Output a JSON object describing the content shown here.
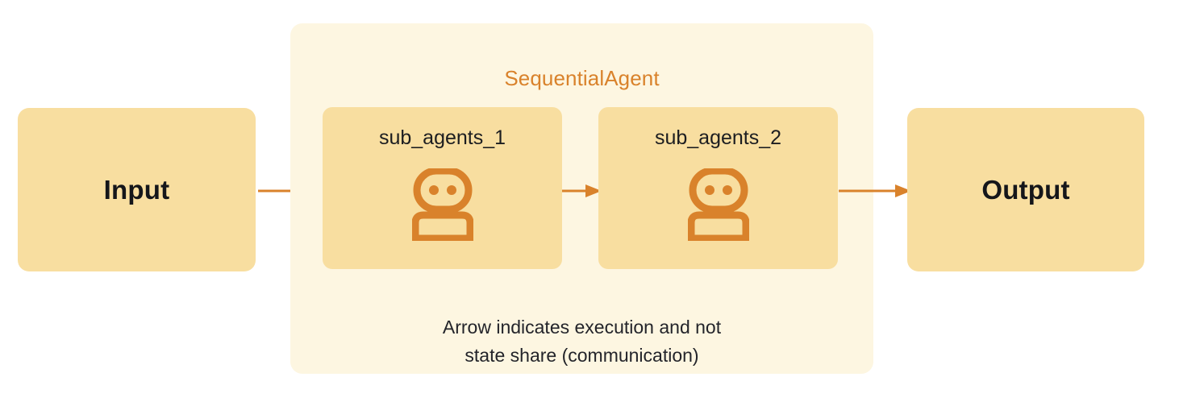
{
  "diagram": {
    "title": "SequentialAgent",
    "input": {
      "label": "Input"
    },
    "output": {
      "label": "Output"
    },
    "sub_agents": [
      {
        "label": "sub_agents_1",
        "icon": "robot-icon"
      },
      {
        "label": "sub_agents_2",
        "icon": "robot-icon"
      }
    ],
    "caption": {
      "line1": "Arrow indicates execution and not",
      "line2": "state share (communication)"
    },
    "arrows": [
      {
        "name": "arrow-input-to-sub-agent-1",
        "from": "Input",
        "to": "sub_agents_1"
      },
      {
        "name": "arrow-sub-agent-1-to-sub-agent-2",
        "from": "sub_agents_1",
        "to": "sub_agents_2"
      },
      {
        "name": "arrow-sub-agent-2-to-output",
        "from": "sub_agents_2",
        "to": "Output"
      }
    ],
    "colors": {
      "page_background": "#ffffff",
      "container_background": "#fdf6e1",
      "box_fill": "#f8dea0",
      "accent_orange": "#d9822b",
      "text_dark": "#1c1d20"
    }
  }
}
